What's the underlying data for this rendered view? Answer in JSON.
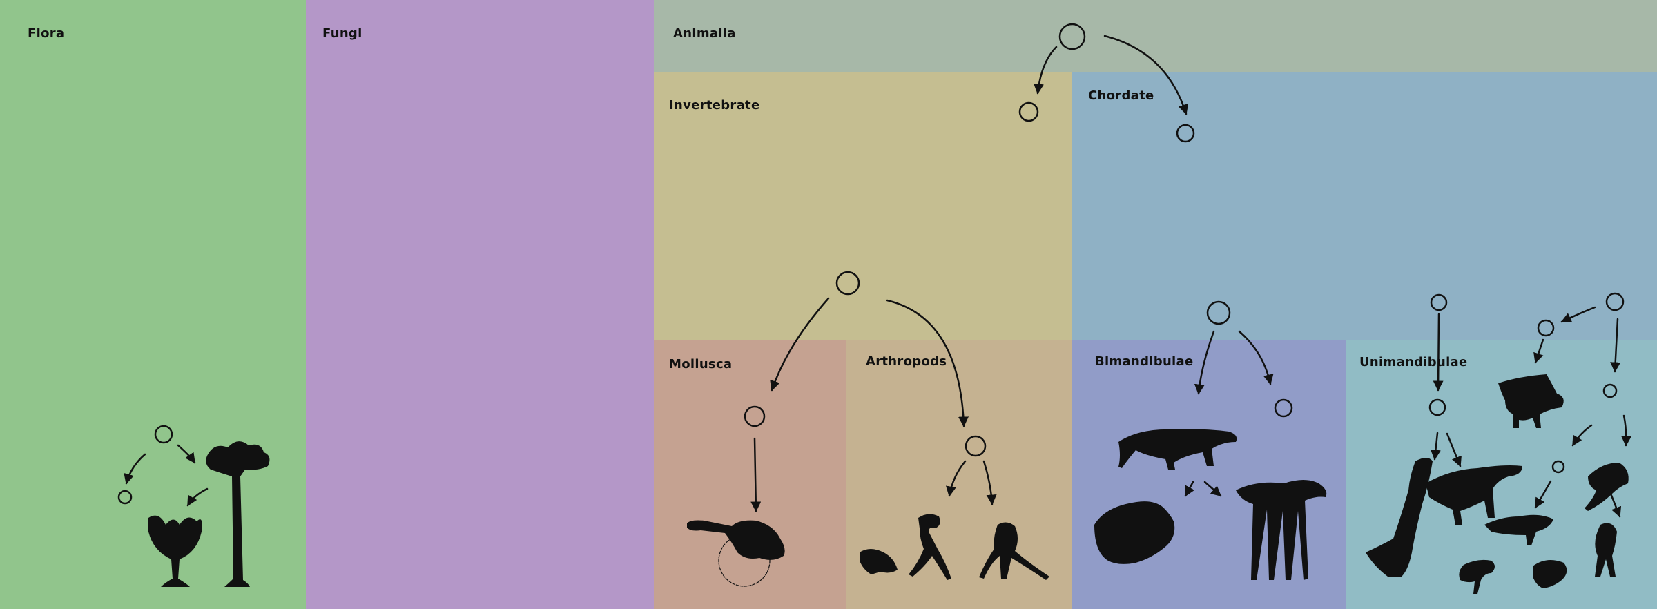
{
  "regions": {
    "flora": {
      "label": "Flora",
      "color": "#91c58c"
    },
    "fungi": {
      "label": "Fungi",
      "color": "#b497c8"
    },
    "animalia": {
      "label": "Animalia",
      "color": "#a7b8a8"
    },
    "invertebrate": {
      "label": "Invertebrate",
      "color": "#c5be91"
    },
    "chordate": {
      "label": "Chordate",
      "color": "#8fb1c5"
    },
    "mollusca": {
      "label": "Mollusca",
      "color": "#c5a291"
    },
    "arthropods": {
      "label": "Arthropods",
      "color": "#c5b291"
    },
    "bimandibulae": {
      "label": "Bimandibulae",
      "color": "#919cc8"
    },
    "unimandibulae": {
      "label": "Unimandibulae",
      "color": "#91bcc5"
    }
  },
  "ink_color": "#111111"
}
